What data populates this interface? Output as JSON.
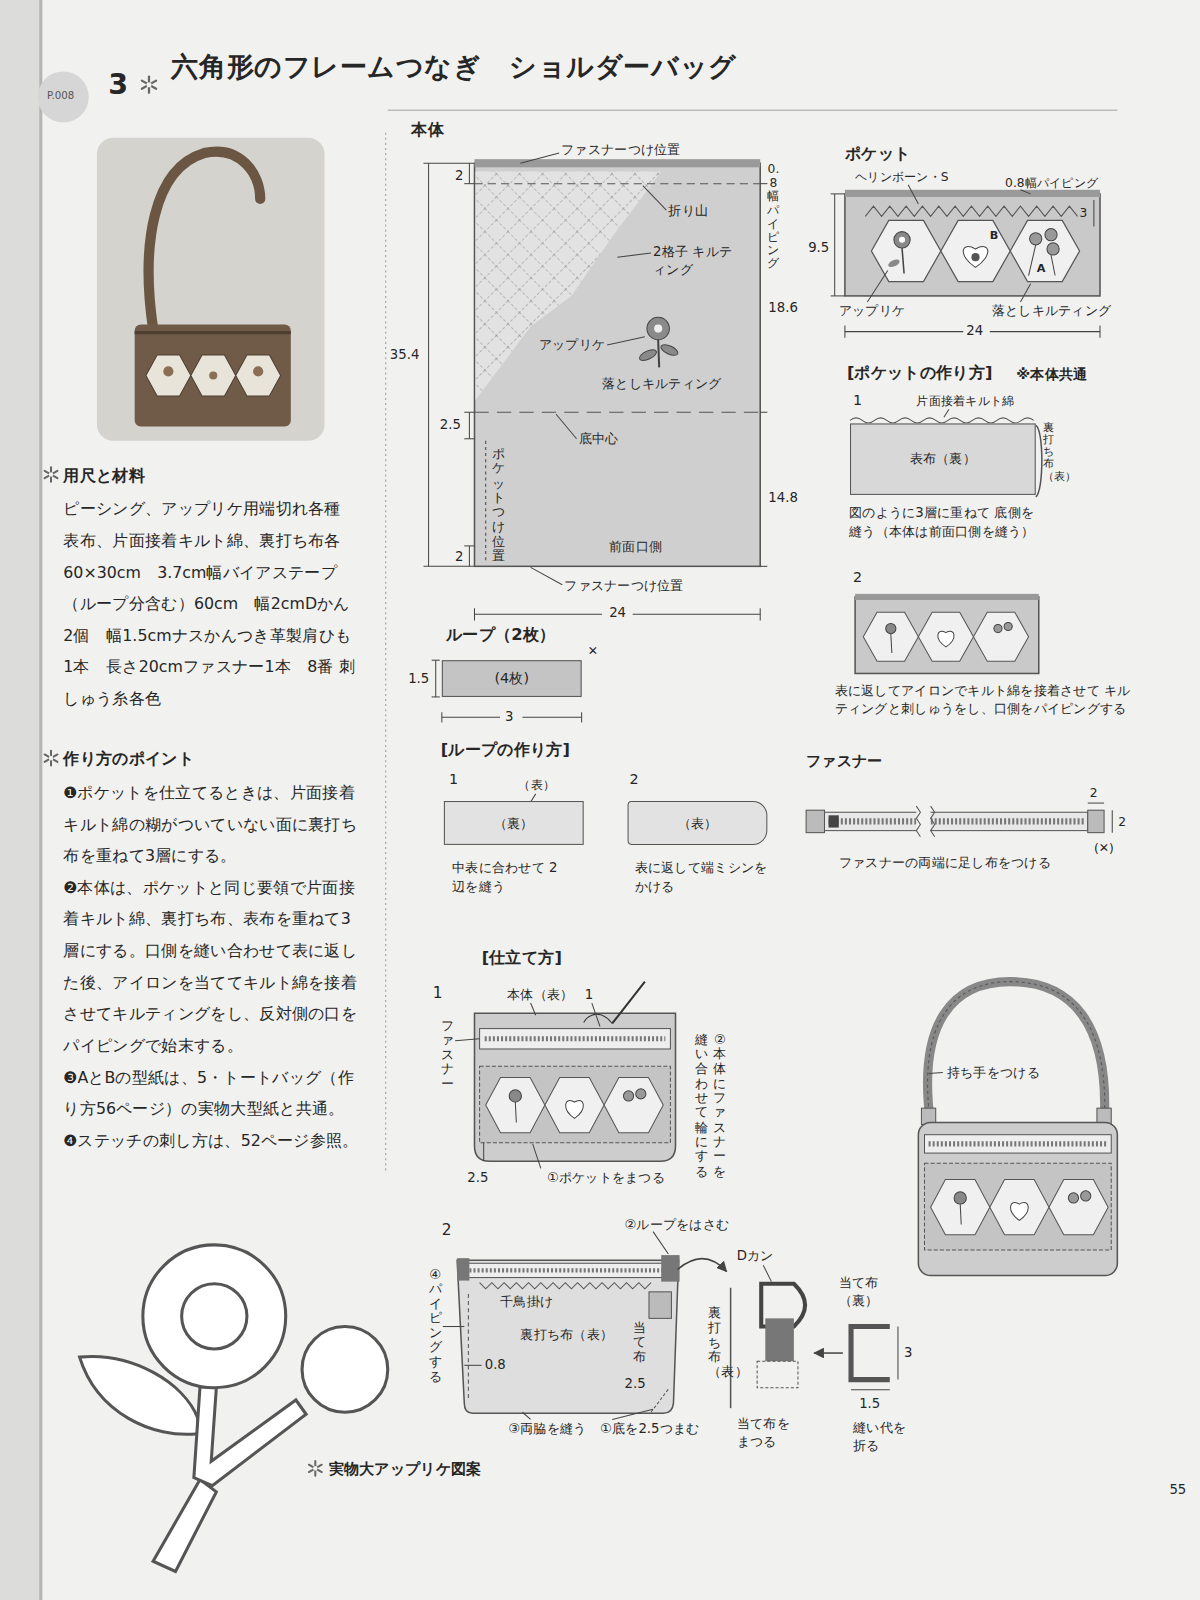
{
  "diagram": {
    "title": "六角形のフレームつなぎ　ショルダーバッグ",
    "nodes": [
      {
        "text": [
          "(4枚)"
        ]
      },
      {
        "text": [
          "表布（裏）"
        ]
      },
      {
        "text": [
          "（裏）"
        ]
      },
      {
        "text": [
          "（表）"
        ]
      }
    ],
    "labels": [
      "P.008",
      "3",
      "用尺と材料",
      "ピーシング、アップリケ用端切れ各種 表布、片面接着キルト綿、裏打ち布各 60×30cm　3.7cm幅バイアステープ （ループ分含む）60cm　幅2cmDかん 2個　幅1.5cmナスかんつき革製肩ひも 1本　長さ20cmファスナー1本　8番 刺しゅう糸各色",
      "作り方のポイント",
      "❶ポケットを仕立てるときは、片面接着キルト綿の糊がついていない面に裏打ち布を重ねて3層にする。",
      "❷本体は、ポケットと同じ要領で片面接着キルト綿、裏打ち布、表布を重ねて3層にする。口側を縫い合わせて表に返した後、アイロンを当ててキルト綿を接着させてキルティングをし、反対側の口をパイピングで始末する。",
      "❸AとBの型紙は、5・トートバッグ（作り方56ページ）の実物大型紙と共通。",
      "❹ステッチの刺し方は、52ページ参照。",
      "実物大アップリケ図案",
      "本体",
      "ファスナーつけ位置",
      "0.8幅パイピング",
      "2",
      "折り山",
      "2格子 キルティング",
      "35.4",
      "18.6",
      "アップリケ",
      "落としキルティング",
      "2.5",
      "底中心",
      "ポケットつけ位置",
      "14.8",
      "2",
      "前面口側",
      "ファスナーつけ位置",
      "24",
      "ポケット",
      "ヘリンボーン・S",
      "0.8幅パイピング",
      "3",
      "9.5",
      "B",
      "A",
      "アップリケ",
      "落としキルティング",
      "24",
      "[ポケットの作り方]",
      "※本体共通",
      "1",
      "片面接着キルト綿",
      "裏打ち布（表）",
      "図のように3層に重ねて 底側を縫う（本体は前面口側を縫う）",
      "2",
      "表に返してアイロンでキルト綿を接着させて キルティングと刺しゅうをし、口側をパイピングする",
      "ループ（2枚）",
      "✕",
      "1.5",
      "3",
      "[ループの作り方]",
      "1",
      "（表）",
      "中表に合わせて 2辺を縫う",
      "2",
      "表に返して端ミシンを かける",
      "ファスナー",
      "2",
      "2",
      "(✕)",
      "ファスナーの両端に足し布をつける",
      "[仕立て方]",
      "1",
      "本体（表）",
      "1",
      "ファスナー",
      "②本体にファスナーを",
      "縫い合わせて輪にする",
      "2.5",
      "①ポケットをまつる",
      "2",
      "②ループをはさむ",
      "④パイピングする",
      "千鳥掛け",
      "裏打ち布（表）",
      "当て布",
      "0.8",
      "2.5",
      "③両脇を縫う",
      "①底を2.5つまむ",
      "Dカン",
      "裏打ち布（表）",
      "当て布を まつる",
      "当て布（裏）",
      "3",
      "1.5",
      "縫い代を 折る",
      "持ち手をつける",
      "55"
    ]
  }
}
